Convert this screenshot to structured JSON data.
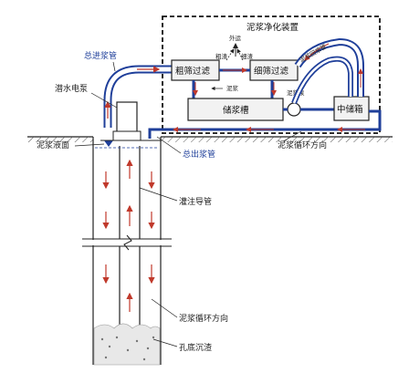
{
  "labels": {
    "purification_device": "泥浆净化装置",
    "total_inlet_pipe": "总进浆管",
    "submersible_pump": "潜水电泵",
    "coarse_screen": "粗筛过滤",
    "fine_screen": "细筛过滤",
    "export": "外运",
    "coarse_residue": "粗渣",
    "fine_residue": "细渣",
    "slurry": "泥浆",
    "slurry_pump": "泥浆泵",
    "slurry_tank": "储浆槽",
    "return_pipe": "泥浆回浆管",
    "intermediate_tank": "中储箱",
    "slurry_surface": "泥浆液面",
    "total_outlet_pipe": "总出浆管",
    "circulation_direction_top": "泥浆循环方向",
    "tremie_pipe": "灌注导管",
    "circulation_direction_bottom": "泥浆循环方向",
    "bottom_sediment": "孔底沉渣"
  },
  "colors": {
    "pipe_blue": "#1f3f9a",
    "arrow_red": "#c0392b",
    "label_blue": "#1f3f9a",
    "box_fill": "#f2f2f2"
  }
}
